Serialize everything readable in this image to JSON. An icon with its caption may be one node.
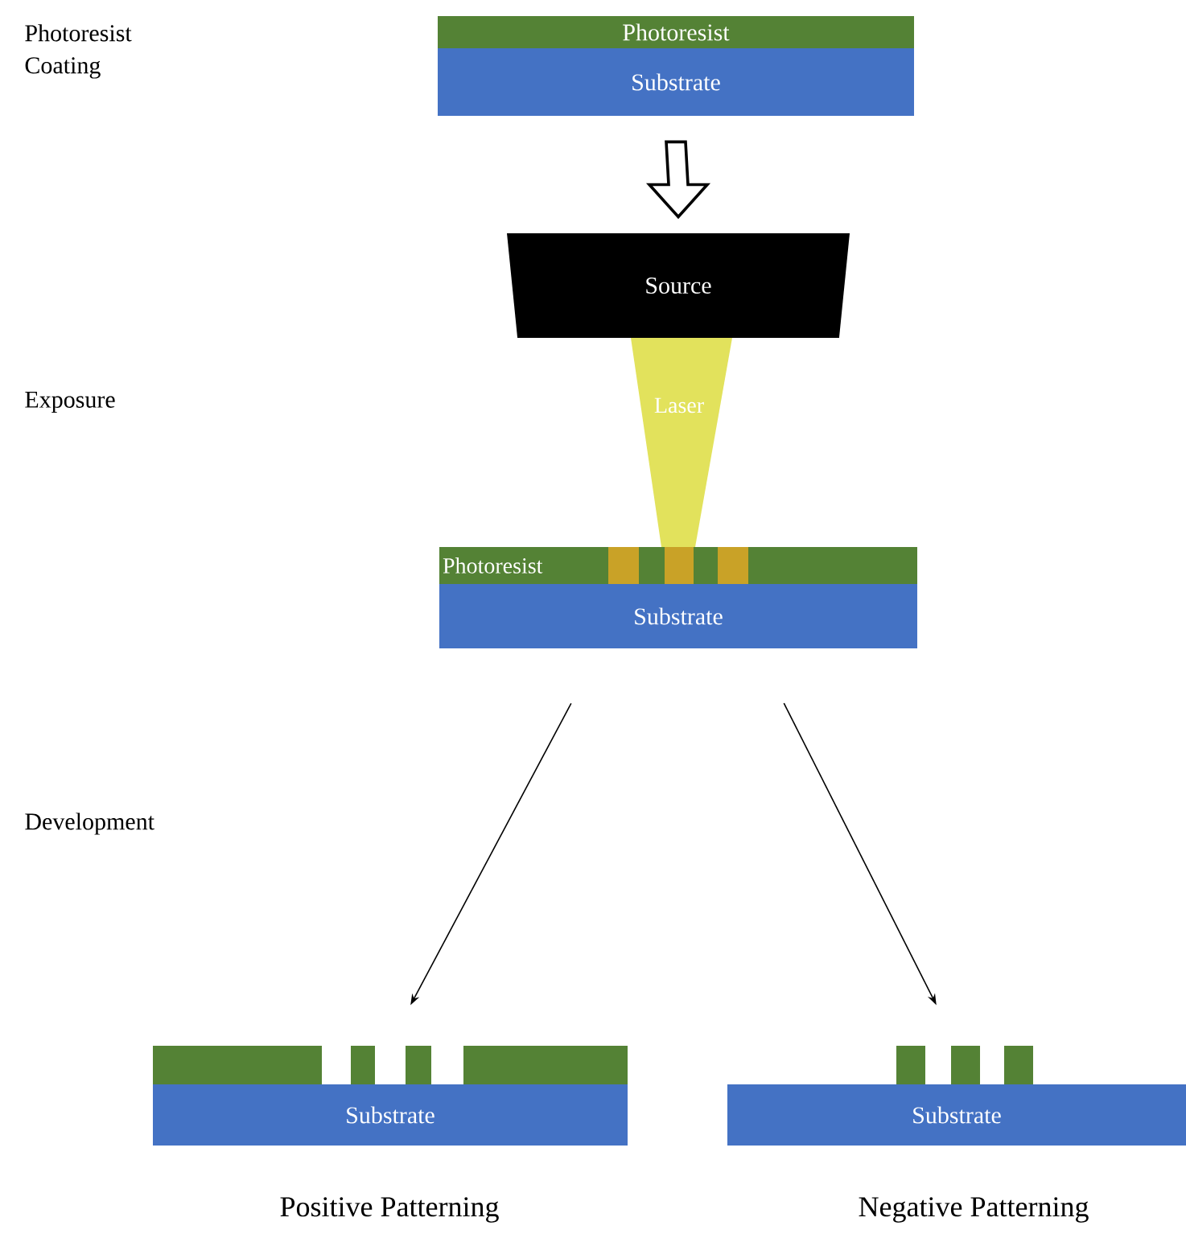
{
  "diagram": {
    "nodes": [
      {
        "text": [
          "Photoresist"
        ]
      },
      {
        "text": [
          "Substrate"
        ]
      },
      {
        "text": [
          "Source"
        ]
      },
      {
        "text": [
          "Laser"
        ]
      },
      {
        "text": [
          "Photoresist"
        ]
      },
      {
        "text": [
          "Substrate"
        ]
      },
      {
        "text": [
          "Substrate"
        ],
        "beside": [
          "Positive Patterning"
        ]
      },
      {
        "text": [
          "Substrate"
        ],
        "beside": [
          "Negative Patterning"
        ]
      }
    ],
    "edges": [
      {
        "from": 1,
        "to": 2,
        "arrow": "to",
        "style": "thick"
      },
      {
        "from": 5,
        "to": 6,
        "arrow": "to"
      },
      {
        "from": 5,
        "to": 7,
        "arrow": "to"
      }
    ],
    "labels": [
      "Photoresist Coating",
      "Exposure",
      "Development"
    ]
  }
}
